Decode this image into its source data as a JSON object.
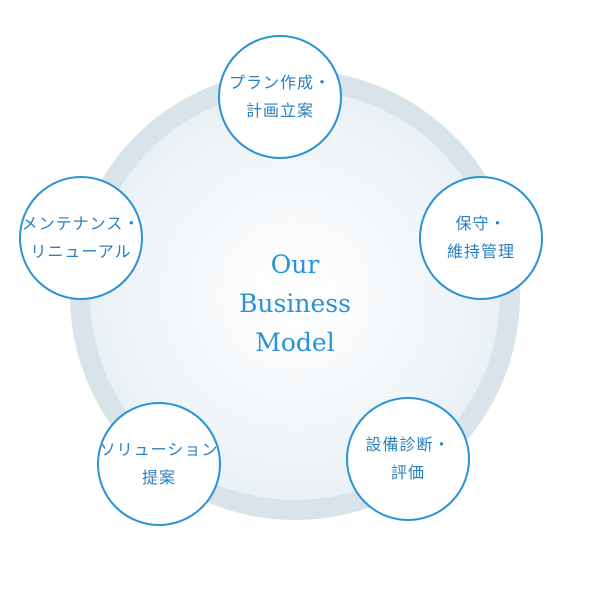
{
  "diagram": {
    "center_title": [
      "Our",
      "Business",
      "Model"
    ],
    "nodes": {
      "top": [
        "プラン作成・",
        "計画立案"
      ],
      "right": [
        "保守・",
        "維持管理"
      ],
      "bottom_right": [
        "設備診断・",
        "評価"
      ],
      "bottom_left": [
        "ソリューション",
        "提案"
      ],
      "left": [
        "メンテナンス・",
        "リニューアル"
      ]
    }
  },
  "colors": {
    "accent_blue": "#2a93d5",
    "node_text": "#2a7fc0",
    "ring_gray": "#d9e3ea",
    "center_glow": "#e8f0f5"
  }
}
